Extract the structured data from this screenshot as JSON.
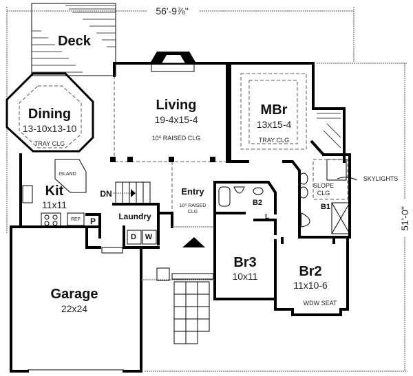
{
  "plan": {
    "overall_width": "56'-9⅞\"",
    "overall_depth": "51'-0\""
  },
  "rooms": {
    "deck": {
      "name": "Deck"
    },
    "dining": {
      "name": "Dining",
      "size": "13-10x13-10",
      "note": "TRAY CLG"
    },
    "living": {
      "name": "Living",
      "size": "19-4x15-4",
      "note": "10⁰ RAISED CLG"
    },
    "mbr": {
      "name": "MBr",
      "size": "13x15-4",
      "note": "TRAY CLG"
    },
    "kit": {
      "name": "Kit",
      "size": "11x11",
      "island": "ISLAND",
      "ref": "REF"
    },
    "entry": {
      "name": "Entry",
      "note_line1": "10⁰ RAISED",
      "note_line2": "CLG"
    },
    "laundry": {
      "name": "Laundry",
      "dryer": "D",
      "washer": "W"
    },
    "pantry": {
      "name": "P"
    },
    "stairs": {
      "label": "DN"
    },
    "b1": {
      "name": "B1",
      "note_line1": "SLOPE",
      "note_line2": "CLG",
      "skylights": "SKYLIGHTS"
    },
    "b2": {
      "name": "B2",
      "linen": "L"
    },
    "br3": {
      "name": "Br3",
      "size": "10x11"
    },
    "br2": {
      "name": "Br2",
      "size": "11x10-6",
      "note": "WDW SEAT"
    },
    "garage": {
      "name": "Garage",
      "size": "22x24"
    }
  }
}
